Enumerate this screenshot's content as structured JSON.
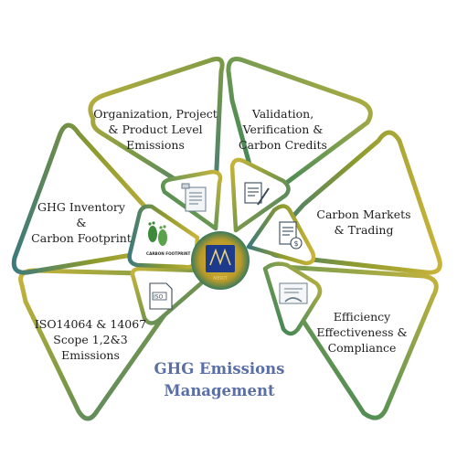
{
  "diagram": {
    "title_lines": [
      "GHG Emissions",
      "Management"
    ],
    "center_logo": {
      "name": "merit-logo",
      "caption": "MERIT"
    },
    "petals": [
      {
        "id": "organization",
        "lines": [
          "Organization, Project",
          "& Product Level",
          "Emissions"
        ],
        "icon": "document-report-icon"
      },
      {
        "id": "validation",
        "lines": [
          "Validation,",
          "Verification &",
          "Carbon Credits"
        ],
        "icon": "document-edit-icon"
      },
      {
        "id": "markets",
        "lines": [
          "Carbon Markets",
          "& Trading"
        ],
        "icon": "invoice-dollar-icon"
      },
      {
        "id": "efficiency",
        "lines": [
          "Efficiency",
          "Effectiveness &",
          "Compliance"
        ],
        "icon": "handshake-contract-icon"
      },
      {
        "id": "iso",
        "lines": [
          "ISO14064 & 14067",
          "Scope 1,2&3",
          "Emissions"
        ],
        "icon": "iso-document-icon",
        "icon_text": "ISO"
      },
      {
        "id": "inventory",
        "lines": [
          "GHG Inventory",
          "&",
          "Carbon Footprint"
        ],
        "icon": "carbon-footprint-icon",
        "icon_text": "CARBON FOOTPRINT"
      }
    ],
    "colors": {
      "green": "#2e7d55",
      "teal": "#3d7a7a",
      "olive": "#8c9a2e",
      "yellow": "#c9b43a",
      "navy": "#1e3a8a",
      "title": "#5a6fa5"
    }
  }
}
